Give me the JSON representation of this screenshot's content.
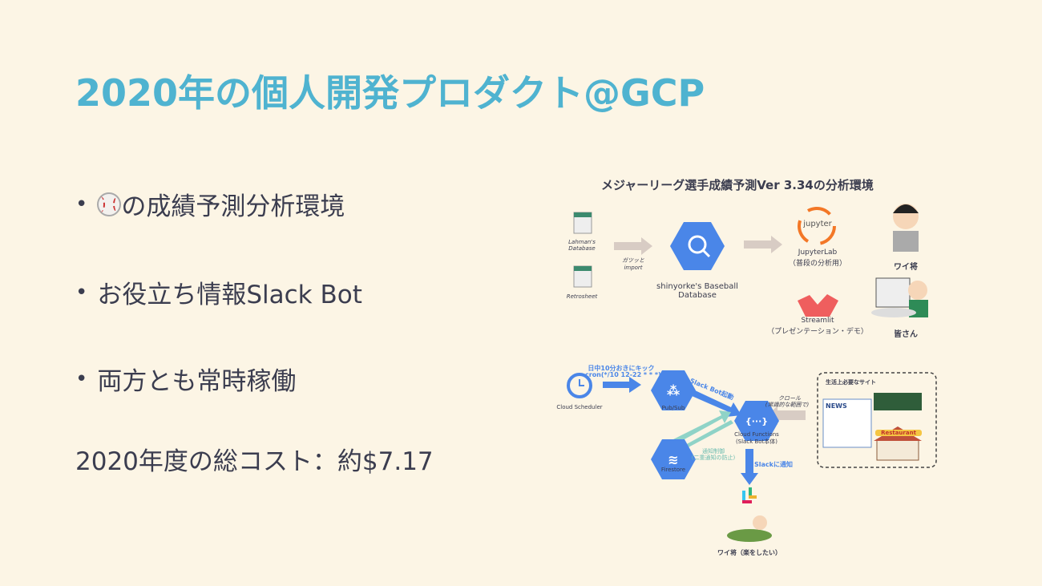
{
  "title": "2020年の個人開発プロダクト@GCP",
  "bullets": [
    {
      "icon": "baseball-icon",
      "text": "の成績予測分析環境"
    },
    {
      "text": "お役立ち情報Slack Bot"
    },
    {
      "text": "両方とも常時稼働"
    }
  ],
  "cost": "2020年度の総コスト：約$7.17",
  "diagram1": {
    "title": "メジャーリーグ選手成績予測Ver 3.34の分析環境",
    "csv1": "Lahman's Database",
    "csv2": "Retrosheet",
    "import": "ガツッと import",
    "bq": "shinyorke's Baseball Database",
    "jupyter_logo": "jupyter",
    "jupyter": "JupyterLab",
    "jupyter_sub": "（普段の分析用）",
    "streamlit": "Streamlit",
    "streamlit_sub": "（プレゼンテーション・デモ）",
    "me": "ワイ将",
    "everyone": "皆さん"
  },
  "diagram2": {
    "scheduler": "Cloud Scheduler",
    "kick": "日中10分おきにキック",
    "cron": "cron(*/10 12-22 * * *)",
    "pubsub": "Pub/Sub",
    "slackbot": "Slack Bot起動",
    "functions": "Cloud Functions",
    "functions_sub": "(Slack Bot本体)",
    "crawl": "クロール",
    "crawl_sub": "(常識的な範囲で)",
    "sites": "生活上必要なサイト",
    "news": "NEWS",
    "restaurant": "Restaurant",
    "firestore": "Firestore",
    "notify_ctrl": "通知制御",
    "notify_ctrl_sub": "(二重通知の防止)",
    "notify": "Slackに通知",
    "me_relax": "ワイ将（楽をしたい）"
  },
  "colors": {
    "title": "#4fb3d0",
    "gcp": "#4a86e8",
    "teal": "#8fd3c7"
  }
}
